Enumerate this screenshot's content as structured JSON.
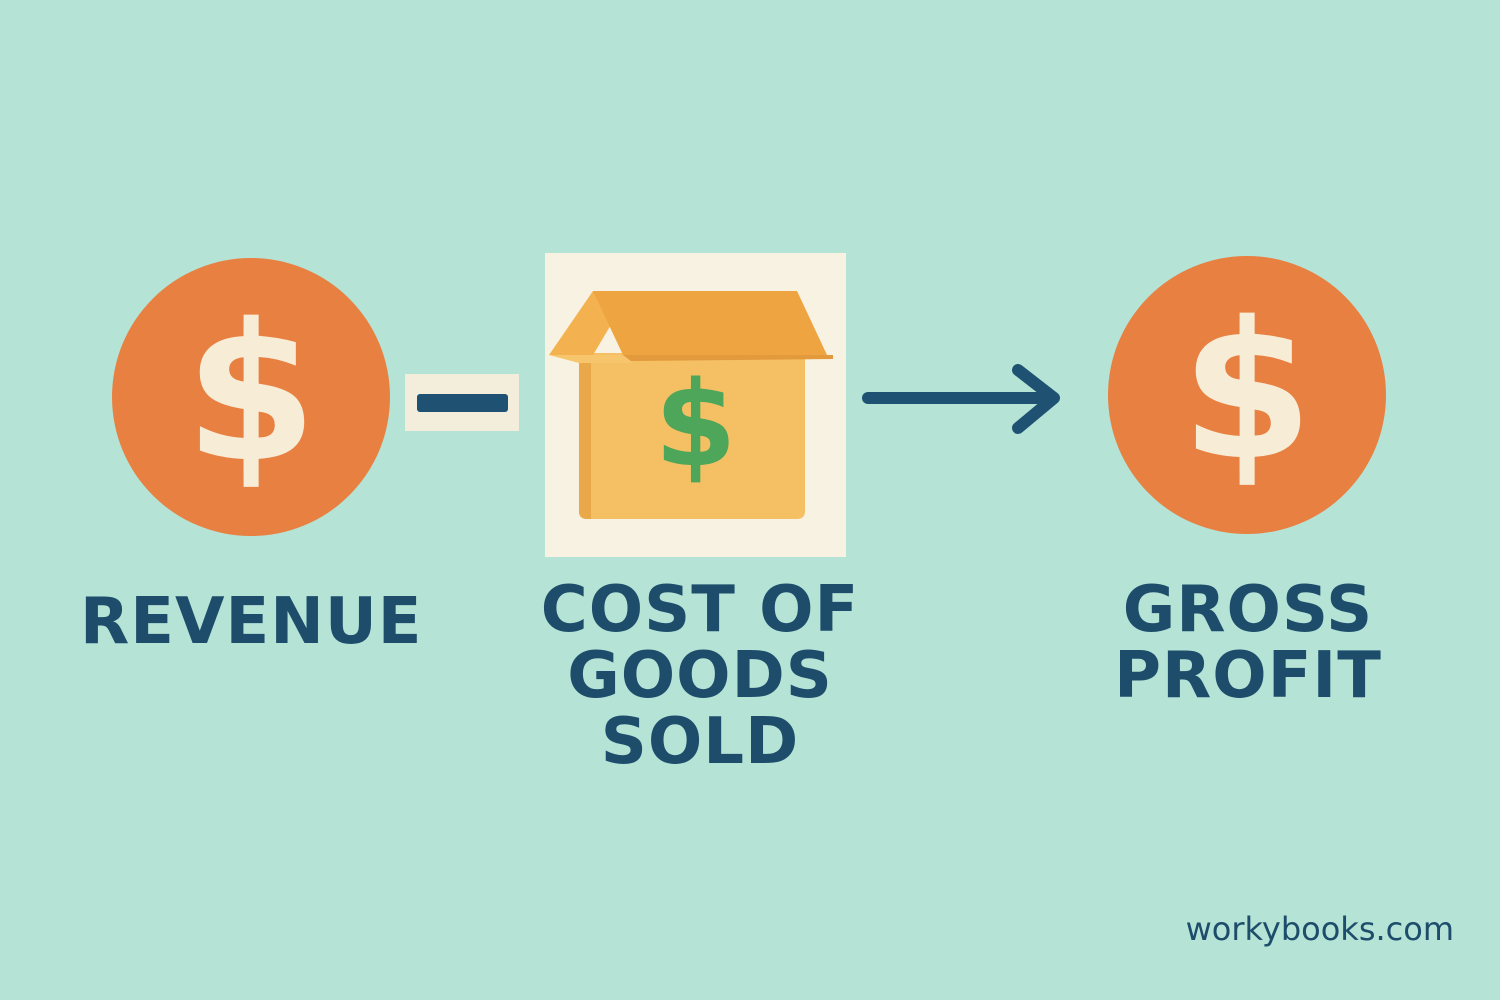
{
  "background_color": "#b5e3d6",
  "colors": {
    "coin": "#e88042",
    "coin_symbol": "#f7ecd6",
    "text": "#1e4d6b",
    "box": "#f5b860",
    "box_dollar": "#4ea65b"
  },
  "revenue": {
    "icon": "dollar-coin-icon",
    "symbol": "$",
    "label": "REVENUE"
  },
  "operator": {
    "icon": "minus-icon"
  },
  "cogs": {
    "icon": "box-with-dollar-icon",
    "symbol": "$",
    "label_lines": [
      "COST OF",
      "GOODS SOLD"
    ]
  },
  "connector": {
    "icon": "arrow-right-icon"
  },
  "gross_profit": {
    "icon": "dollar-coin-icon",
    "symbol": "$",
    "label_lines": [
      "GROSS",
      "PROFIT"
    ]
  },
  "watermark": "workybooks.com"
}
